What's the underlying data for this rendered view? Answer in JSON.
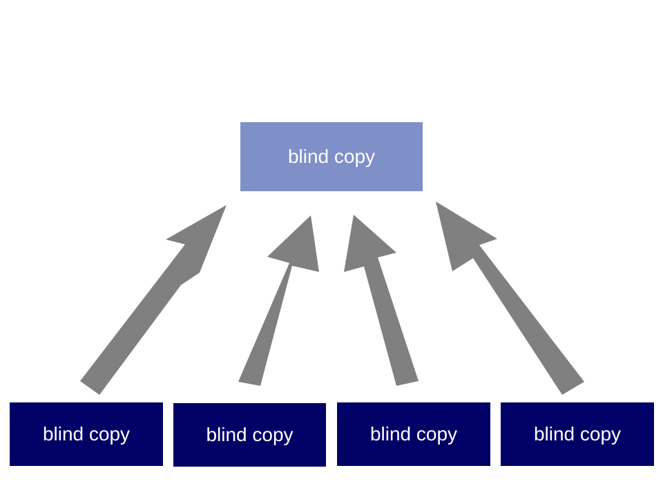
{
  "colors": {
    "top_box_fill": "#7f8fc7",
    "bottom_box_fill": "#000066",
    "arrow_fill": "#808080",
    "text": "#ffffff"
  },
  "top_box": {
    "label": "blind copy"
  },
  "bottom_boxes": [
    {
      "label": "blind copy"
    },
    {
      "label": "blind copy"
    },
    {
      "label": "blind copy"
    },
    {
      "label": "blind copy"
    }
  ]
}
